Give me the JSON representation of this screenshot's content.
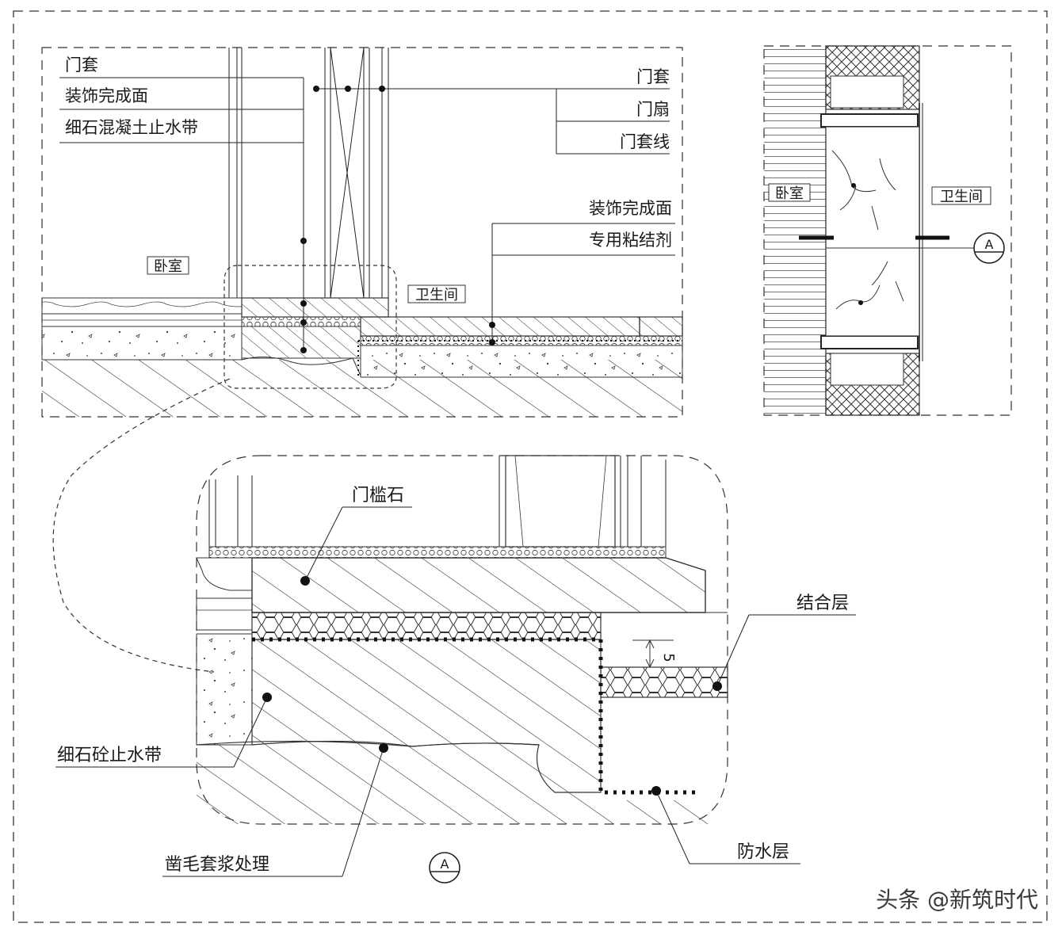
{
  "top_left_detail": {
    "left_labels": [
      "门套",
      "装饰完成面",
      "细石混凝土止水带"
    ],
    "right_labels_upper": [
      "门套",
      "门扇",
      "门套线"
    ],
    "right_labels_lower": [
      "装饰完成面",
      "专用粘结剂"
    ],
    "room_left": "卧室",
    "room_right": "卫生间"
  },
  "plan_detail": {
    "room_left": "卧室",
    "room_right": "卫生间",
    "section_symbol": "A"
  },
  "enlarged_detail": {
    "label_threshold": "门槛石",
    "label_bond_layer": "结合层",
    "label_waterstop": "细石砼止水带",
    "label_chisel": "凿毛套浆处理",
    "label_waterproof": "防水层",
    "dimension": "5",
    "section_symbol": "A"
  },
  "watermark": "头条 @新筑时代",
  "colors": {
    "line": "#222222",
    "fill": "#ffffff",
    "hatch": "#333333"
  }
}
